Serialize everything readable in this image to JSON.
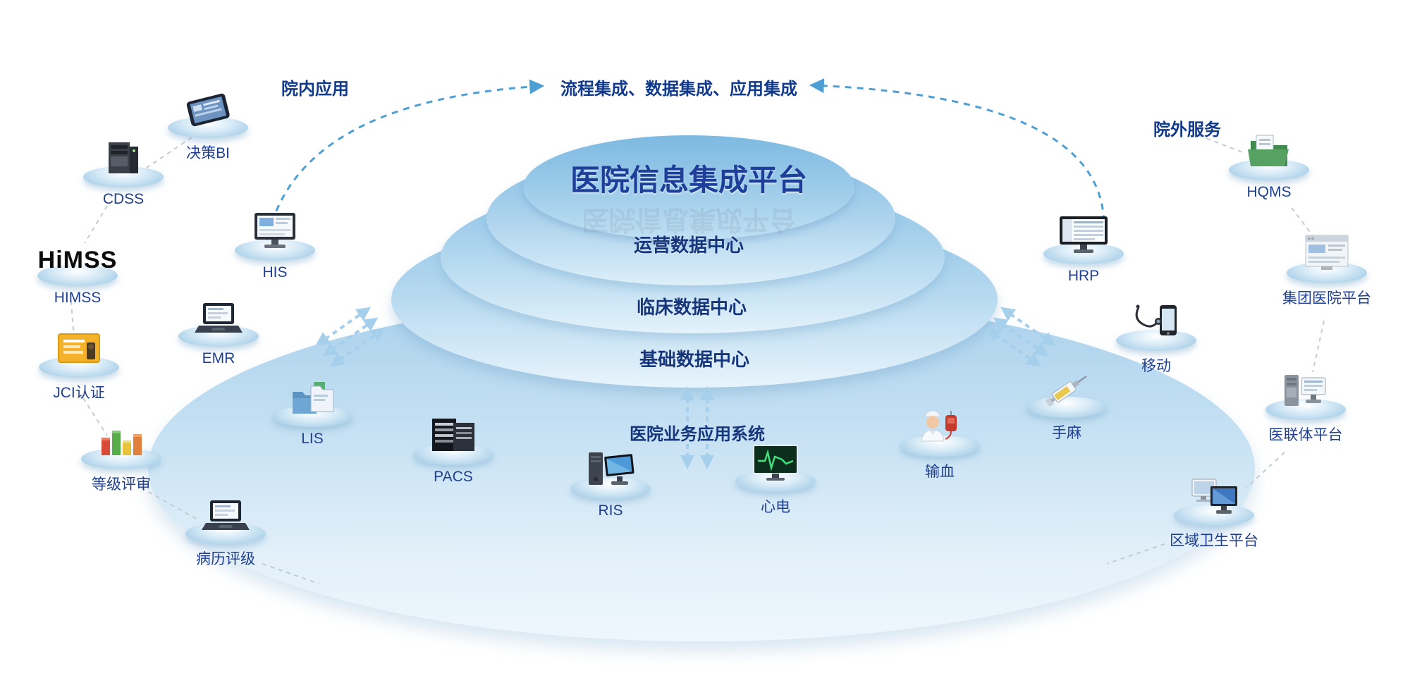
{
  "header": {
    "left_label": "院内应用",
    "center_label": "流程集成、数据集成、应用集成",
    "right_label": "院外服务"
  },
  "platform": {
    "title": "医院信息集成平台",
    "layers": [
      "运营数据中心",
      "临床数据中心",
      "基础数据中心"
    ],
    "apps_label": "医院业务应用系统"
  },
  "nodes": {
    "juece_bi": {
      "label": "决策BI",
      "icon": "tablet-icon"
    },
    "cdss": {
      "label": "CDSS",
      "icon": "server-icon"
    },
    "himss": {
      "label": "HIMSS",
      "logo": "HiMSS",
      "icon": "himss-logo"
    },
    "jci": {
      "label": "JCI认证",
      "icon": "certificate-icon"
    },
    "dengji": {
      "label": "等级评审",
      "icon": "bar-chart-icon"
    },
    "bingli": {
      "label": "病历评级",
      "icon": "laptop-icon"
    },
    "his": {
      "label": "HIS",
      "icon": "desktop-computer-icon"
    },
    "emr": {
      "label": "EMR",
      "icon": "laptop-icon"
    },
    "lis": {
      "label": "LIS",
      "icon": "folders-icon"
    },
    "pacs": {
      "label": "PACS",
      "icon": "xray-icon"
    },
    "ris": {
      "label": "RIS",
      "icon": "workstation-icon"
    },
    "xindian": {
      "label": "心电",
      "icon": "ecg-monitor-icon"
    },
    "shuxue": {
      "label": "输血",
      "icon": "nurse-blood-bag-icon"
    },
    "shouma": {
      "label": "手麻",
      "icon": "syringe-icon"
    },
    "yidong": {
      "label": "移动",
      "icon": "phone-stethoscope-icon"
    },
    "hrp": {
      "label": "HRP",
      "icon": "monitor-icon"
    },
    "hqms": {
      "label": "HQMS",
      "icon": "green-folder-icon"
    },
    "jituan": {
      "label": "集团医院平台",
      "icon": "browser-window-icon"
    },
    "yilianti": {
      "label": "医联体平台",
      "icon": "server-monitor-icon"
    },
    "quyu": {
      "label": "区域卫生平台",
      "icon": "dual-computers-icon"
    }
  },
  "colors": {
    "title_blue": "#1d3e99",
    "layer_text": "#15357d",
    "node_label": "#1e3f92",
    "platform_blue": "#8fc3e6",
    "arrow_blue": "#4e9fd4",
    "double_arrow_blue": "#a6cfec",
    "chain_gray": "#c2ccd3"
  }
}
